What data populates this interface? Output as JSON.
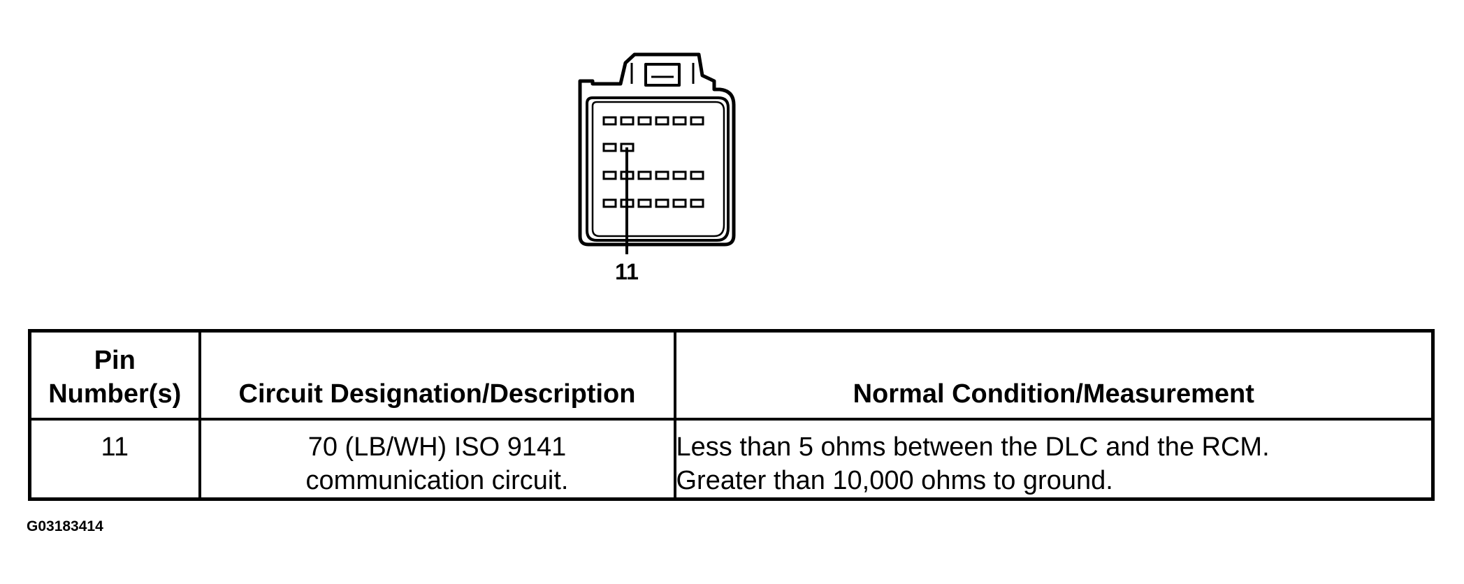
{
  "diagram": {
    "pin_callout": "11"
  },
  "table": {
    "headers": {
      "pin_line1": "Pin",
      "pin_line2": "Number(s)",
      "circuit": "Circuit Designation/Description",
      "condition": "Normal Condition/Measurement"
    },
    "rows": [
      {
        "pin": "11",
        "circuit_line1": "70 (LB/WH) ISO 9141",
        "circuit_line2": "communication circuit.",
        "condition_line1": "Less than 5 ohms between the DLC and the RCM.",
        "condition_line2": "Greater than 10,000 ohms to ground."
      }
    ]
  },
  "figure_id": "G03183414"
}
